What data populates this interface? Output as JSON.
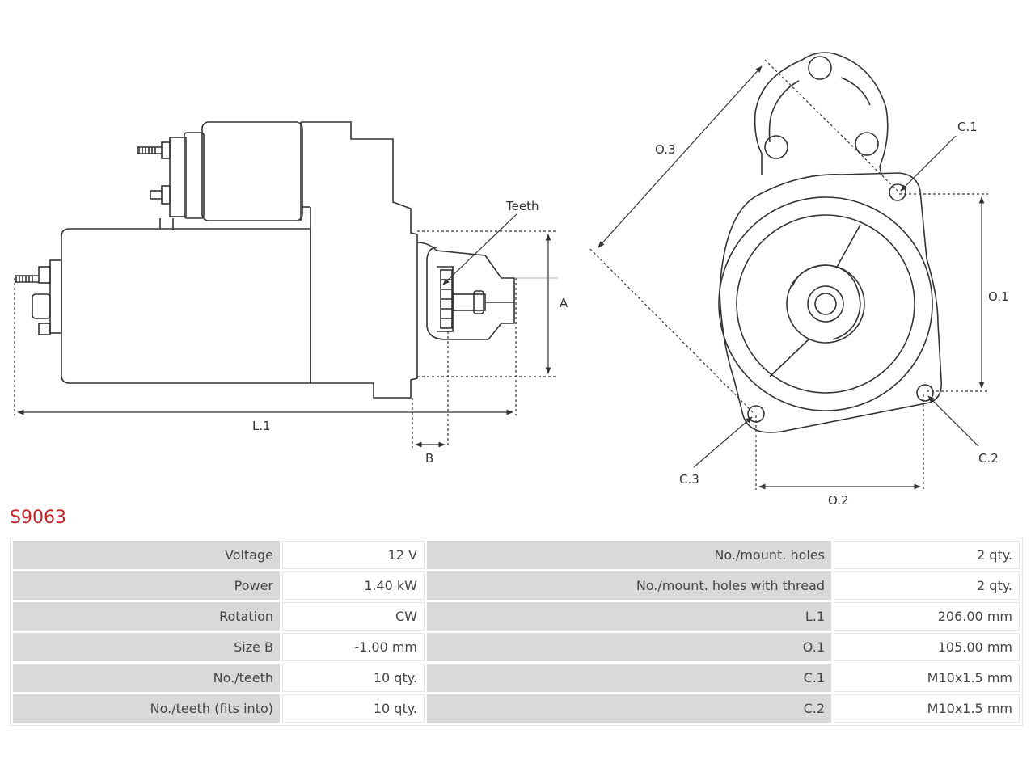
{
  "part_code": "S9063",
  "drawing_labels": {
    "teeth": "Teeth",
    "a": "A",
    "b": "B",
    "l1": "L.1",
    "o1": "O.1",
    "o2": "O.2",
    "o3": "O.3",
    "c1": "C.1",
    "c2": "C.2",
    "c3": "C.3"
  },
  "specs": [
    {
      "label": "Voltage",
      "value": "12 V",
      "label2": "No./mount. holes",
      "value2": "2 qty."
    },
    {
      "label": "Power",
      "value": "1.40 kW",
      "label2": "No./mount. holes with thread",
      "value2": "2 qty."
    },
    {
      "label": "Rotation",
      "value": "CW",
      "label2": "L.1",
      "value2": "206.00 mm"
    },
    {
      "label": "Size B",
      "value": "-1.00 mm",
      "label2": "O.1",
      "value2": "105.00 mm"
    },
    {
      "label": "No./teeth",
      "value": "10 qty.",
      "label2": "C.1",
      "value2": "M10x1.5 mm"
    },
    {
      "label": "No./teeth (fits into)",
      "value": "10 qty.",
      "label2": "C.2",
      "value2": "M10x1.5 mm"
    }
  ]
}
